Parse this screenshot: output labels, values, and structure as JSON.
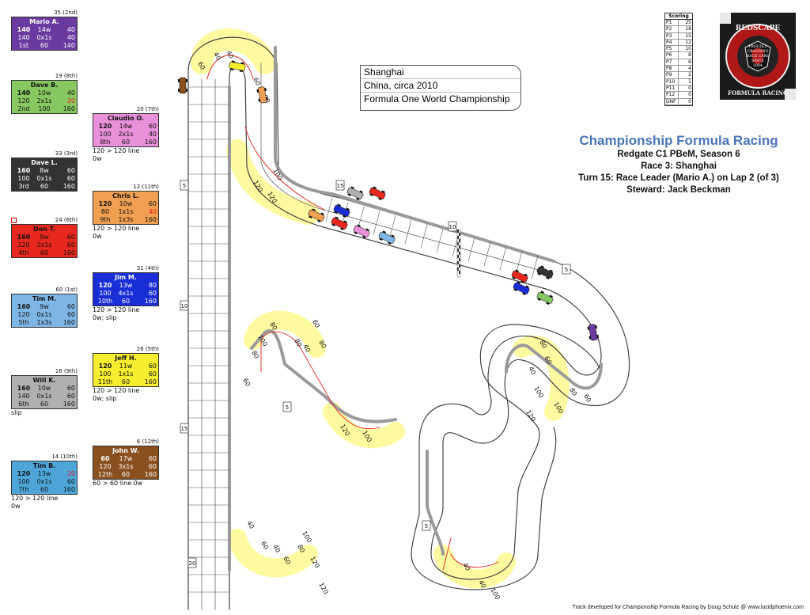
{
  "race_info": {
    "line1": "Shanghai",
    "line2": "China, circa 2010",
    "line3": "Formula One World Championship"
  },
  "title": {
    "main": "Championship Formula Racing",
    "series": "Redgate C1 PBeM, Season 6",
    "race": "Race 3: Shanghai",
    "turn": "Turn 15: Race Leader (Mario A.) on Lap 2 (of 3)",
    "steward": "Steward: Jack Beckman"
  },
  "scoring": {
    "title": "Scoring",
    "rows": [
      [
        "P1",
        "25"
      ],
      [
        "P2",
        "18"
      ],
      [
        "P3",
        "15"
      ],
      [
        "P4",
        "12"
      ],
      [
        "P5",
        "10"
      ],
      [
        "P6",
        "8"
      ],
      [
        "P7",
        "6"
      ],
      [
        "P8",
        "4"
      ],
      [
        "P9",
        "2"
      ],
      [
        "P10",
        "1"
      ],
      [
        "P11",
        "0"
      ],
      [
        "P12",
        "0"
      ],
      [
        "DNF",
        "0"
      ]
    ]
  },
  "logo": {
    "top": "REDSCAPE",
    "bottom": "FORMULA RACING",
    "mid": [
      "PROUDLY",
      "CRASHING",
      "RACE CARS",
      "SINCE",
      "2004"
    ]
  },
  "footer": "Track developed for Championship Formula Racing by Doug Schulz @ www.lucidphoenix.com",
  "drivers": [
    {
      "id": "mario",
      "header": "35 (2nd)",
      "name": "Mario A.",
      "color": "#6a3aa0",
      "text": "#fff",
      "penalty": false,
      "rows": [
        [
          "140",
          "14w",
          "40"
        ],
        [
          "140",
          "0x1s",
          "40"
        ],
        [
          "1st",
          "60",
          "140"
        ]
      ],
      "notes": []
    },
    {
      "id": "daveb",
      "header": "19 (8th)",
      "name": "Dave B.",
      "color": "#88c860",
      "text": "#111",
      "penalty": false,
      "rows": [
        [
          "140",
          "10w",
          "40"
        ],
        [
          "120",
          "2x1s",
          "20"
        ],
        [
          "2nd",
          "100",
          "160"
        ]
      ],
      "notes": []
    },
    {
      "id": "davel",
      "header": "33 (3rd)",
      "name": "Dave L.",
      "color": "#333333",
      "text": "#fff",
      "penalty": false,
      "rows": [
        [
          "160",
          "8w",
          "60"
        ],
        [
          "100",
          "0x1s",
          "60"
        ],
        [
          "3rd",
          "60",
          "160"
        ]
      ],
      "notes": []
    },
    {
      "id": "dont",
      "header": "24 (6th)",
      "name": "Don T.",
      "color": "#e8281e",
      "text": "#111",
      "penalty": true,
      "rows": [
        [
          "160",
          "8w",
          "60"
        ],
        [
          "120",
          "2x1s",
          "60"
        ],
        [
          "4th",
          "60",
          "160"
        ]
      ],
      "notes": []
    },
    {
      "id": "timm",
      "header": "60 (1st)",
      "name": "Tim M.",
      "color": "#7eb6e6",
      "text": "#111",
      "penalty": false,
      "rows": [
        [
          "160",
          "9w",
          "60"
        ],
        [
          "120",
          "0x1s",
          "60"
        ],
        [
          "5th",
          "1x3s",
          "160"
        ]
      ],
      "notes": []
    },
    {
      "id": "willk",
      "header": "16 (9th)",
      "name": "Will K.",
      "color": "#b0b0b0",
      "text": "#111",
      "penalty": false,
      "rows": [
        [
          "160",
          "10w",
          "60"
        ],
        [
          "140",
          "0x1s",
          "60"
        ],
        [
          "6th",
          "60",
          "160"
        ]
      ],
      "notes": [
        "slip"
      ]
    },
    {
      "id": "timb",
      "header": "14 (10th)",
      "name": "Tim B.",
      "color": "#4ea6d8",
      "text": "#111",
      "penalty": false,
      "rows": [
        [
          "120",
          "13w",
          "20"
        ],
        [
          "100",
          "0x1s",
          "60"
        ],
        [
          "7th",
          "60",
          "160"
        ]
      ],
      "notes": [
        "120 > 120 line",
        "0w"
      ]
    },
    {
      "id": "claudio",
      "header": "20 (7th)",
      "name": "Claudio O.",
      "color": "#e890d8",
      "text": "#111",
      "penalty": false,
      "rows": [
        [
          "120",
          "14w",
          "60"
        ],
        [
          "100",
          "2x1s",
          "40"
        ],
        [
          "8th",
          "60",
          "160"
        ]
      ],
      "notes": [
        "120 > 120 line",
        "0w"
      ]
    },
    {
      "id": "chris",
      "header": "12 (11th)",
      "name": "Chris L.",
      "color": "#f0a050",
      "text": "#111",
      "penalty": false,
      "rows": [
        [
          "120",
          "10w",
          "60"
        ],
        [
          "80",
          "1x1s",
          "40"
        ],
        [
          "9th",
          "1x3s",
          "160"
        ]
      ],
      "notes": [
        "120 > 120 line",
        "0w"
      ]
    },
    {
      "id": "jim",
      "header": "31 (4th)",
      "name": "Jim M.",
      "color": "#1a2ed8",
      "text": "#fff",
      "penalty": false,
      "rows": [
        [
          "120",
          "13w",
          "80"
        ],
        [
          "100",
          "4x1s",
          "60"
        ],
        [
          "10th",
          "60",
          "160"
        ]
      ],
      "notes": [
        "120 > 120 line",
        "0w; slip"
      ]
    },
    {
      "id": "jeff",
      "header": "26 (5th)",
      "name": "Jeff H.",
      "color": "#f6ee2e",
      "text": "#111",
      "penalty": false,
      "rows": [
        [
          "120",
          "11w",
          "60"
        ],
        [
          "100",
          "1x1s",
          "60"
        ],
        [
          "11th",
          "60",
          "160"
        ]
      ],
      "notes": [
        "120 > 120 line",
        "0w; slip"
      ]
    },
    {
      "id": "john",
      "header": "6 (12th)",
      "name": "John W.",
      "color": "#8a5020",
      "text": "#fff",
      "penalty": false,
      "rows": [
        [
          "60",
          "17w",
          "60"
        ],
        [
          "120",
          "3x1s",
          "60"
        ],
        [
          "12th",
          "60",
          "160"
        ]
      ],
      "notes": [
        "60 > 60 line 0w"
      ]
    }
  ],
  "track_labels": {
    "speed_marks": [
      "40",
      "40",
      "60",
      "60",
      "80",
      "100",
      "120",
      "120",
      "40",
      "60",
      "80",
      "80",
      "80",
      "100",
      "120",
      "100",
      "80",
      "60",
      "40",
      "60",
      "40",
      "60",
      "80",
      "100",
      "120",
      "120",
      "40",
      "40",
      "40",
      "60",
      "80",
      "60",
      "80",
      "100",
      "100",
      "120",
      "100"
    ],
    "markers": [
      "5",
      "10",
      "15",
      "20",
      "15",
      "10",
      "5",
      "5",
      "5"
    ]
  },
  "colors": {
    "track_grey": "#9a9a9a",
    "corner_yellow": "#fff9a0",
    "line_red": "#e02020"
  }
}
